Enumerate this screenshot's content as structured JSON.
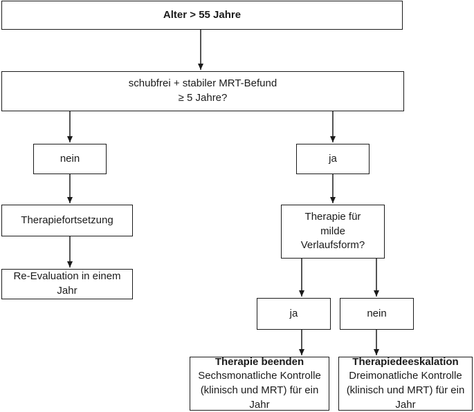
{
  "flowchart": {
    "root": "Alter > 55 Jahre",
    "question_1": {
      "line1": "schubfrei + stabiler MRT-Befund",
      "line2": "≥ 5 Jahre?"
    },
    "left": {
      "answer": "nein",
      "step": "Therapiefortsetzung",
      "result": "Re-Evaluation in einem Jahr"
    },
    "right": {
      "answer": "ja",
      "question_2": {
        "line1": "Therapie für",
        "line2": "milde",
        "line3": "Verlaufsform?"
      },
      "yes_branch": {
        "answer": "ja",
        "title": "Therapie beenden",
        "line1": "Sechsmonatliche Kontrolle",
        "line2": "(klinisch und MRT) für ein Jahr"
      },
      "no_branch": {
        "answer": "nein",
        "title": "Therapiedeeskalation",
        "line1": "Dreimonatliche Kontrolle",
        "line2": "(klinisch und MRT) für ein Jahr"
      }
    }
  }
}
